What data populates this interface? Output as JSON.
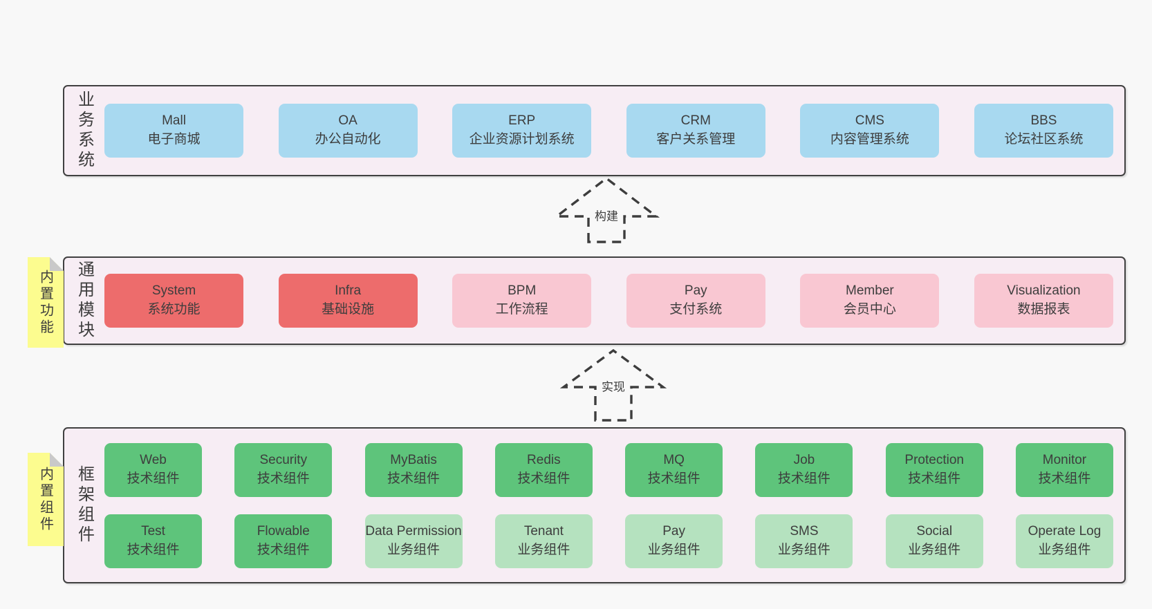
{
  "palette": {
    "canvas_bg": "#f8f8f8",
    "section_bg": "#f7edf4",
    "section_border": "#404040",
    "text": "#3d3d3d",
    "blue": "#a8d9f0",
    "red": "#ed6c6c",
    "pink": "#f9c7d2",
    "green": "#5ec47b",
    "light_green": "#b5e2bf",
    "note_bg": "#fcfc8f",
    "note_fold": "#c9c9c9"
  },
  "sections": [
    {
      "label": "业务系统",
      "boxes_rows": [
        [
          {
            "title": "Mall",
            "subtitle": "电子商城",
            "color": "blue"
          },
          {
            "title": "OA",
            "subtitle": "办公自动化",
            "color": "blue"
          },
          {
            "title": "ERP",
            "subtitle": "企业资源计划系统",
            "color": "blue"
          },
          {
            "title": "CRM",
            "subtitle": "客户关系管理",
            "color": "blue"
          },
          {
            "title": "CMS",
            "subtitle": "内容管理系统",
            "color": "blue"
          },
          {
            "title": "BBS",
            "subtitle": "论坛社区系统",
            "color": "blue"
          }
        ]
      ]
    },
    {
      "label": "通用模块",
      "note": "内置功能",
      "boxes_rows": [
        [
          {
            "title": "System",
            "subtitle": "系统功能",
            "color": "red"
          },
          {
            "title": "Infra",
            "subtitle": "基础设施",
            "color": "red"
          },
          {
            "title": "BPM",
            "subtitle": "工作流程",
            "color": "pink"
          },
          {
            "title": "Pay",
            "subtitle": "支付系统",
            "color": "pink"
          },
          {
            "title": "Member",
            "subtitle": "会员中心",
            "color": "pink"
          },
          {
            "title": "Visualization",
            "subtitle": "数据报表",
            "color": "pink"
          }
        ]
      ]
    },
    {
      "label": "框架组件",
      "note": "内置组件",
      "boxes_rows": [
        [
          {
            "title": "Web",
            "subtitle": "技术组件",
            "color": "green"
          },
          {
            "title": "Security",
            "subtitle": "技术组件",
            "color": "green"
          },
          {
            "title": "MyBatis",
            "subtitle": "技术组件",
            "color": "green"
          },
          {
            "title": "Redis",
            "subtitle": "技术组件",
            "color": "green"
          },
          {
            "title": "MQ",
            "subtitle": "技术组件",
            "color": "green"
          },
          {
            "title": "Job",
            "subtitle": "技术组件",
            "color": "green"
          },
          {
            "title": "Protection",
            "subtitle": "技术组件",
            "color": "green"
          },
          {
            "title": "Monitor",
            "subtitle": "技术组件",
            "color": "green"
          }
        ],
        [
          {
            "title": "Test",
            "subtitle": "技术组件",
            "color": "green"
          },
          {
            "title": "Flowable",
            "subtitle": "技术组件",
            "color": "green"
          },
          {
            "title": "Data Permission",
            "subtitle": "业务组件",
            "color": "light_green"
          },
          {
            "title": "Tenant",
            "subtitle": "业务组件",
            "color": "light_green"
          },
          {
            "title": "Pay",
            "subtitle": "业务组件",
            "color": "light_green"
          },
          {
            "title": "SMS",
            "subtitle": "业务组件",
            "color": "light_green"
          },
          {
            "title": "Social",
            "subtitle": "业务组件",
            "color": "light_green"
          },
          {
            "title": "Operate Log",
            "subtitle": "业务组件",
            "color": "light_green"
          }
        ]
      ]
    }
  ],
  "arrows": [
    {
      "label": "构建"
    },
    {
      "label": "实现"
    }
  ]
}
